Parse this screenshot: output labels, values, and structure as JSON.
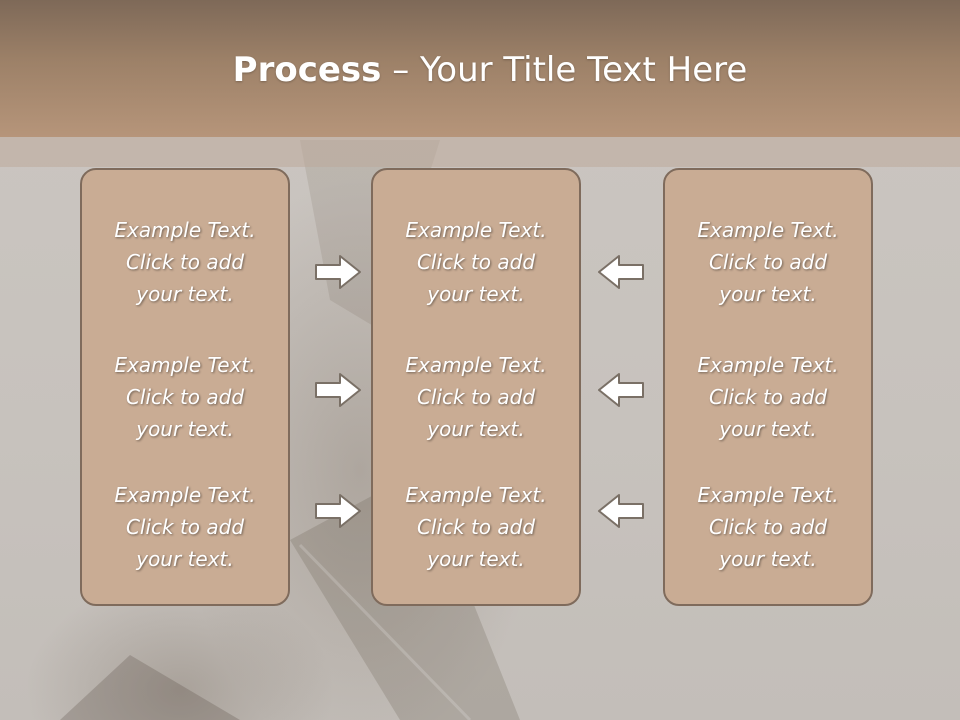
{
  "slide": {
    "title_bold": "Process",
    "title_separator": " – ",
    "title_rest": "Your Title Text Here"
  },
  "columns": [
    {
      "items": [
        {
          "line1": "Example Text.",
          "line2": "Click  to add",
          "line3": "your text."
        },
        {
          "line1": "Example Text.",
          "line2": "Click  to add",
          "line3": "your text."
        },
        {
          "line1": "Example Text.",
          "line2": "Click  to add",
          "line3": "your text."
        }
      ]
    },
    {
      "items": [
        {
          "line1": "Example Text.",
          "line2": "Click  to add",
          "line3": "your text."
        },
        {
          "line1": "Example Text.",
          "line2": "Click  to add",
          "line3": "your text."
        },
        {
          "line1": "Example Text.",
          "line2": "Click  to add",
          "line3": "your text."
        }
      ]
    },
    {
      "items": [
        {
          "line1": "Example Text.",
          "line2": "Click  to add",
          "line3": "your text."
        },
        {
          "line1": "Example Text.",
          "line2": "Click  to add",
          "line3": "your text."
        },
        {
          "line1": "Example Text.",
          "line2": "Click  to add",
          "line3": "your text."
        }
      ]
    }
  ],
  "arrows": {
    "left_group": "right-arrow-icon",
    "right_group": "left-arrow-icon"
  },
  "colors": {
    "title_bar": "#9d8168",
    "box_fill": "#c9ac94",
    "box_border": "#7f6b5c",
    "text": "#ffffff"
  }
}
